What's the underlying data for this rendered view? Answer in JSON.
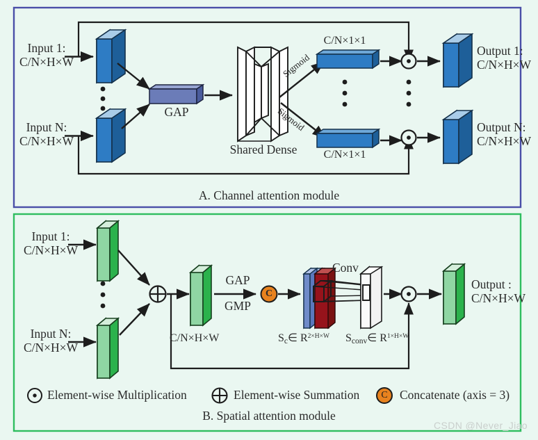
{
  "figure": {
    "background": "#eaf7f1",
    "watermark": "CSDN @Never_Jiao"
  },
  "modules": [
    {
      "id": "channel",
      "caption": "A. Channel attention module",
      "border_color": "#4a4fa8",
      "block_color": "#2e7cc4",
      "block_side_color": "#1e5f99"
    },
    {
      "id": "spatial",
      "caption": "B. Spatial attention module",
      "border_color": "#2fbd5f",
      "block_color": "#2bb24c",
      "block_light_color": "#8fd6a3"
    }
  ],
  "channel": {
    "inputs": [
      {
        "label": "Input 1:",
        "shape": "C/N×H×W"
      },
      {
        "label": "Input N:",
        "shape": "C/N×H×W"
      }
    ],
    "pool_label": "GAP",
    "dense_label": "Shared Dense",
    "activation_label": "Sigmoid",
    "weight_shape_top": "C/N×1×1",
    "weight_shape_bottom": "C/N×1×1",
    "outputs": [
      {
        "label": "Output 1:",
        "shape": "C/N×H×W"
      },
      {
        "label": "Output N:",
        "shape": "C/N×H×W"
      }
    ]
  },
  "spatial": {
    "inputs": [
      {
        "label": "Input 1:",
        "shape": "C/N×H×W"
      },
      {
        "label": "Input N:",
        "shape": "C/N×H×W"
      }
    ],
    "sum_shape": "C/N×H×W",
    "pool_top": "GAP",
    "pool_bottom": "GMP",
    "concat_glyph": "C",
    "conv_label": "Conv",
    "sc_label_main": "S",
    "sc_label_sub": "c",
    "sc_label_rest": "∈ R",
    "sc_label_sup": "2×H×W",
    "sconv_label_main": "S",
    "sconv_label_sub": "conv",
    "sconv_label_rest": "∈ R",
    "sconv_label_sup": "1×H×W",
    "output": {
      "label": "Output :",
      "shape": "C/N×H×W"
    }
  },
  "legend": {
    "items": [
      {
        "icon": "odot-icon",
        "label": "Element-wise Multiplication"
      },
      {
        "icon": "oplus-icon",
        "label": "Element-wise Summation"
      },
      {
        "icon": "concat-circle-icon",
        "label": "Concatenate (axis = 3)"
      }
    ]
  }
}
